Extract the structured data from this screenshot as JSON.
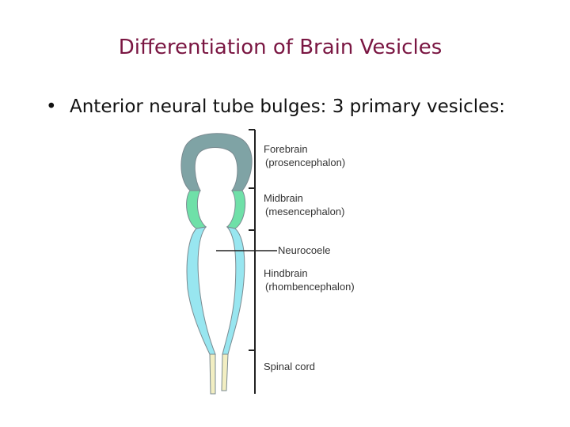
{
  "slide": {
    "title": "Differentiation of Brain Vesicles",
    "bullet_symbol": "•",
    "bullet_text": "Anterior neural tube bulges: 3 primary vesicles:"
  },
  "diagram": {
    "labels": {
      "forebrain": "Forebrain",
      "forebrain_term": "(prosencephalon)",
      "midbrain": "Midbrain",
      "midbrain_term": "(mesencephalon)",
      "neurocoele": "Neurocoele",
      "hindbrain": "Hindbrain",
      "hindbrain_term": "(rhombencephalon)",
      "spinal_cord": "Spinal cord"
    },
    "colors": {
      "forebrain": "#7fa3a5",
      "midbrain": "#6fe0a8",
      "hindbrain": "#98e6f0",
      "spinal_cord": "#f2eec2",
      "outline": "#7a8a90",
      "bracket": "#222222"
    }
  }
}
